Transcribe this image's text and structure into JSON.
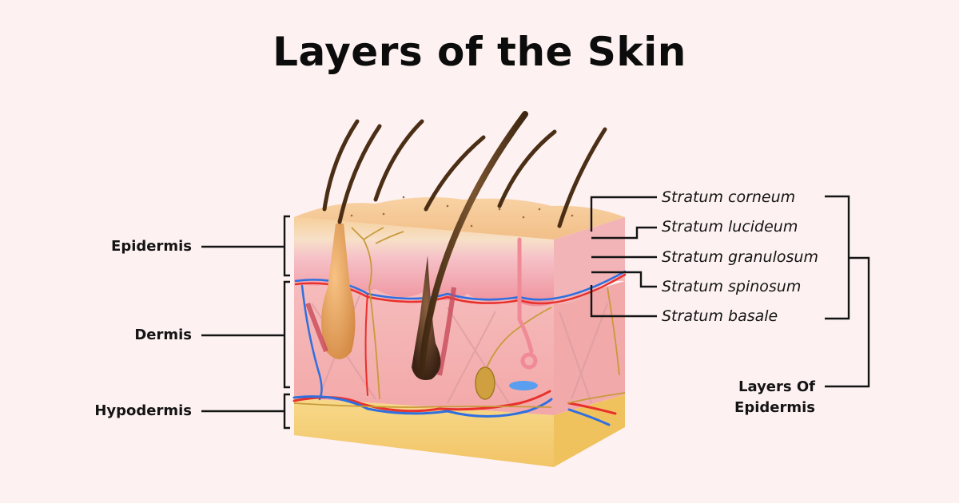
{
  "title": "Layers of the Skin",
  "main_layers": [
    {
      "label": "Epidermis"
    },
    {
      "label": "Dermis"
    },
    {
      "label": "Hypodermis"
    }
  ],
  "epidermis_strata": [
    {
      "label": "Stratum corneum"
    },
    {
      "label": "Stratum lucideum"
    },
    {
      "label": "Stratum granulosum"
    },
    {
      "label": "Stratum spinosum"
    },
    {
      "label": "Stratum basale"
    }
  ],
  "group_label": {
    "line1": "Layers Of",
    "line2": "Epidermis"
  },
  "colors": {
    "background": "#fdf1f1",
    "line": "#141414",
    "epidermis_surface": "#f5c894",
    "epidermis_pink": "#f3a8b0",
    "dermis": "#f4b3b3",
    "hypodermis": "#f6d27a",
    "artery": "#e8302c",
    "vein": "#2f6fe0",
    "nerve": "#c89a3a",
    "hair": "#5a3a1e"
  }
}
